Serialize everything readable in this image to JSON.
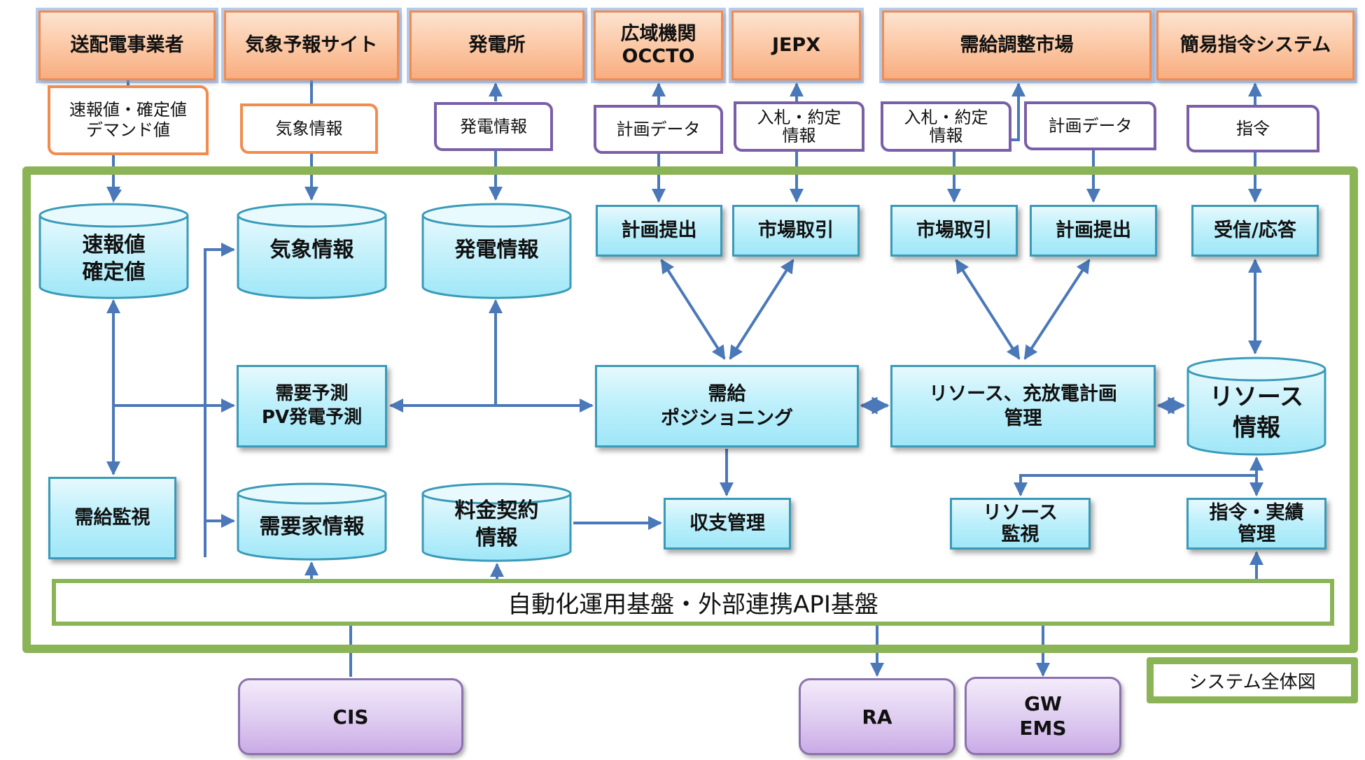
{
  "title": "システム全体図",
  "colors": {
    "external_fill": "#fbc6a2",
    "external_border": "#ef8c52",
    "internal_fill": "#bff0fb",
    "internal_border": "#3a9ab8",
    "frame": "#8ab456",
    "connector": "#4a78b8",
    "tag_orange": "#f08c4e",
    "tag_purple": "#7a5ea8",
    "system_fill": "#dcc8ef"
  },
  "external_parties": [
    {
      "id": "tso",
      "label": "送配電事業者"
    },
    {
      "id": "weather_site",
      "label": "気象予報サイト"
    },
    {
      "id": "power_plant",
      "label": "発電所"
    },
    {
      "id": "occto",
      "label": "広域機関\nOCCTO"
    },
    {
      "id": "jepx",
      "label": "JEPX"
    },
    {
      "id": "balancing_market",
      "label": "需給調整市場"
    },
    {
      "id": "simple_dispatch",
      "label": "簡易指令システム"
    }
  ],
  "data_tags": [
    {
      "id": "tag_meter",
      "label": "速報値・確定値\nデマンド値",
      "style": "orange"
    },
    {
      "id": "tag_weather",
      "label": "気象情報",
      "style": "orange"
    },
    {
      "id": "tag_generation",
      "label": "発電情報",
      "style": "purple"
    },
    {
      "id": "tag_plan_occto",
      "label": "計画データ",
      "style": "purple"
    },
    {
      "id": "tag_bid_jepx",
      "label": "入札・約定\n情報",
      "style": "purple"
    },
    {
      "id": "tag_bid_market",
      "label": "入札・約定\n情報",
      "style": "purple"
    },
    {
      "id": "tag_plan_market",
      "label": "計画データ",
      "style": "purple"
    },
    {
      "id": "tag_command",
      "label": "指令",
      "style": "purple"
    }
  ],
  "internal": {
    "db_meter": "速報値\n確定値",
    "db_weather": "気象情報",
    "db_generation": "発電情報",
    "plan_submit_1": "計画提出",
    "market_trade_1": "市場取引",
    "market_trade_2": "市場取引",
    "plan_submit_2": "計画提出",
    "receive_respond": "受信/応答",
    "forecast": "需要予測\nPV発電予測",
    "positioning": "需給\nポジショニング",
    "resource_plan": "リソース、充放電計画\n管理",
    "db_resource": "リソース\n情報",
    "supply_monitor": "需給監視",
    "db_customer": "需要家情報",
    "db_tariff": "料金契約\n情報",
    "balance_mgmt": "収支管理",
    "resource_monitor": "リソース\n監視",
    "command_record": "指令・実績\n管理"
  },
  "platform_bar": "自動化運用基盤・外部連携API基盤",
  "external_systems": [
    {
      "id": "cis",
      "label": "CIS"
    },
    {
      "id": "ra",
      "label": "RA"
    },
    {
      "id": "gw_ems",
      "label": "GW\nEMS"
    }
  ],
  "caption": "システム全体図"
}
